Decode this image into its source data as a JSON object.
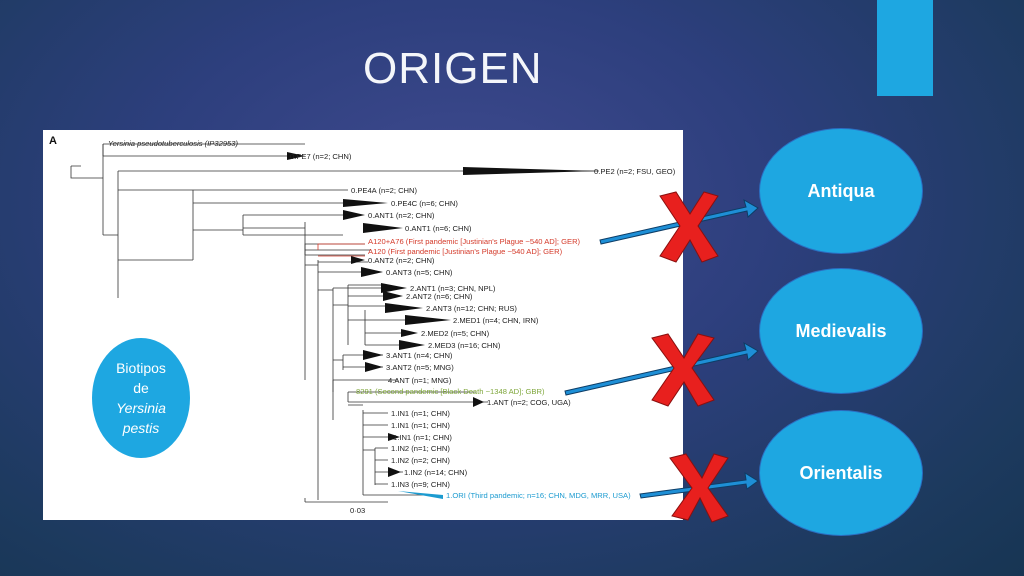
{
  "slide": {
    "title": "ORIGEN",
    "accent_color": "#1ea7e1"
  },
  "tree": {
    "panel_letter": "A",
    "root_label": "Yersinia pseudotuberculosis (IP32953)",
    "scale_label": "0·03",
    "leaves": [
      {
        "label": "0.PE7 (n=2; CHN)",
        "color": "#222222"
      },
      {
        "label": "0.PE2 (n=2; FSU, GEO)",
        "color": "#222222"
      },
      {
        "label": "0.PE4A (n=2; CHN)",
        "color": "#222222"
      },
      {
        "label": "0.PE4C (n=6; CHN)",
        "color": "#222222"
      },
      {
        "label": "0.ANT1 (n=2; CHN)",
        "color": "#222222"
      },
      {
        "label": "0.ANT1 (n=6; CHN)",
        "color": "#222222"
      },
      {
        "label": "A120+A76 (First pandemic [Justinian's Plague ~540 AD]; GER)",
        "color": "#d43a2a"
      },
      {
        "label": "A120 (First pandemic [Justinian's Plague ~540 AD]; GER)",
        "color": "#d43a2a"
      },
      {
        "label": "0.ANT2 (n=2; CHN)",
        "color": "#222222"
      },
      {
        "label": "0.ANT3 (n=5; CHN)",
        "color": "#222222"
      },
      {
        "label": "2.ANT1 (n=3; CHN, NPL)",
        "color": "#222222"
      },
      {
        "label": "2.ANT2 (n=6; CHN)",
        "color": "#222222"
      },
      {
        "label": "2.ANT3 (n=12; CHN; RUS)",
        "color": "#222222"
      },
      {
        "label": "2.MED1 (n=4; CHN, IRN)",
        "color": "#222222"
      },
      {
        "label": "2.MED2 (n=5; CHN)",
        "color": "#222222"
      },
      {
        "label": "2.MED3 (n=16; CHN)",
        "color": "#222222"
      },
      {
        "label": "3.ANT1 (n=4; CHN)",
        "color": "#222222"
      },
      {
        "label": "3.ANT2 (n=5; MNG)",
        "color": "#222222"
      },
      {
        "label": "4.ANT (n=1; MNG)",
        "color": "#222222"
      },
      {
        "label": "8291 (Second pandemic [Black Death ~1348 AD]; GBR)",
        "color": "#7ea63a"
      },
      {
        "label": "1.ANT (n=2; COG, UGA)",
        "color": "#222222"
      },
      {
        "label": "1.IN1 (n=1; CHN)",
        "color": "#222222"
      },
      {
        "label": "1.IN1 (n=1; CHN)",
        "color": "#222222"
      },
      {
        "label": "1.IN1 (n=1; CHN)",
        "color": "#222222"
      },
      {
        "label": "1.IN2 (n=1; CHN)",
        "color": "#222222"
      },
      {
        "label": "1.IN2 (n=2; CHN)",
        "color": "#222222"
      },
      {
        "label": "1.IN2 (n=14; CHN)",
        "color": "#222222"
      },
      {
        "label": "1.IN3 (n=9; CHN)",
        "color": "#222222"
      },
      {
        "label": "1.ORI (Third pandemic; n=16; CHN, MDG, MRR, USA)",
        "color": "#1c9bd0"
      }
    ]
  },
  "biotypes": {
    "line1": "Biotipos",
    "line2": "de",
    "line3": "Yersinia",
    "line4": "pestis",
    "antiqua": "Antiqua",
    "medievalis": "Medievalis",
    "orientalis": "Orientalis"
  },
  "marks": {
    "x_color": "#e8201e",
    "arrow_color": "#1e8fd6"
  }
}
